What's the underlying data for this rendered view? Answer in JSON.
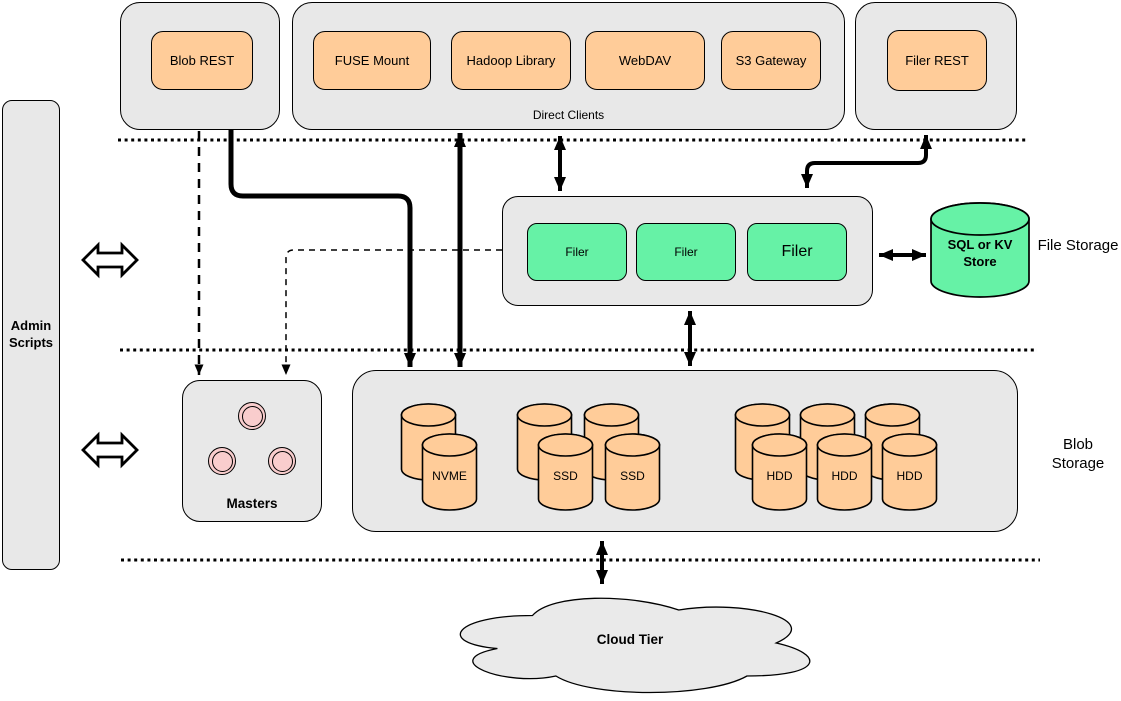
{
  "colors": {
    "container_gray": "#e8e8e8",
    "box_orange": "#ffcc99",
    "box_green": "#66f2a6",
    "circle_pink": "#f9cdcd",
    "stroke": "#000000"
  },
  "admin_scripts": {
    "label": "Admin Scripts"
  },
  "top_row": {
    "blob_rest": {
      "label": "Blob REST"
    },
    "direct_clients": {
      "caption": "Direct Clients",
      "items": [
        "FUSE Mount",
        "Hadoop Library",
        "WebDAV",
        "S3 Gateway"
      ]
    },
    "filer_rest": {
      "label": "Filer REST"
    }
  },
  "file_storage_tier": {
    "section_label": "File Storage",
    "filers": [
      "Filer",
      "Filer",
      "Filer"
    ],
    "kv_store": {
      "label": "SQL or KV Store"
    }
  },
  "blob_storage_tier": {
    "section_label": "Blob Storage",
    "masters": {
      "label": "Masters"
    },
    "volume_labels": [
      "NVME",
      "SSD",
      "SSD",
      "HDD",
      "HDD",
      "HDD"
    ]
  },
  "cloud_tier": {
    "label": "Cloud Tier"
  }
}
